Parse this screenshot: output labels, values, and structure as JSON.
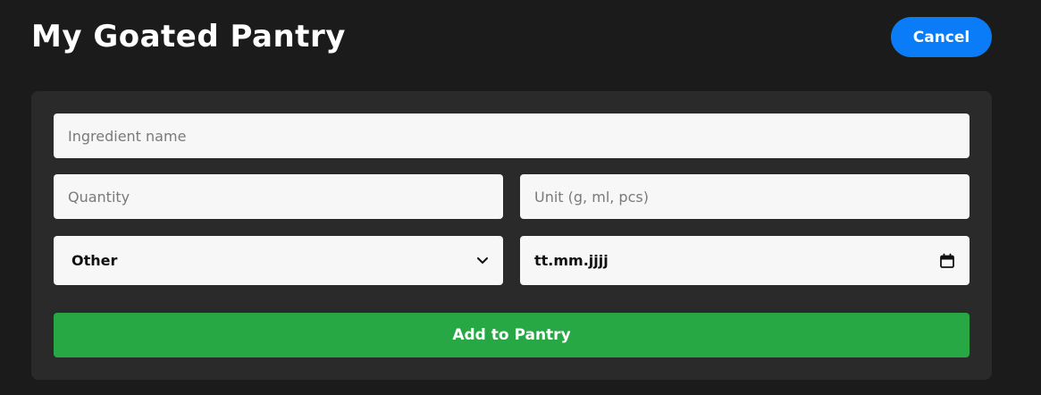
{
  "header": {
    "title": "My Goated Pantry",
    "cancel_label": "Cancel"
  },
  "form": {
    "ingredient_name": {
      "placeholder": "Ingredient name",
      "value": ""
    },
    "quantity": {
      "placeholder": "Quantity",
      "value": ""
    },
    "unit": {
      "placeholder": "Unit (g, ml, pcs)",
      "value": ""
    },
    "category": {
      "selected": "Other",
      "icon": "chevron-down-icon"
    },
    "expiry_date": {
      "value": "tt.mm.jjjj",
      "icon": "calendar-icon"
    },
    "submit_label": "Add to Pantry"
  },
  "colors": {
    "background": "#1b1b1b",
    "card": "#2a2a2a",
    "field": "#f7f7f7",
    "primary": "#0a7cf7",
    "success": "#28a745"
  }
}
